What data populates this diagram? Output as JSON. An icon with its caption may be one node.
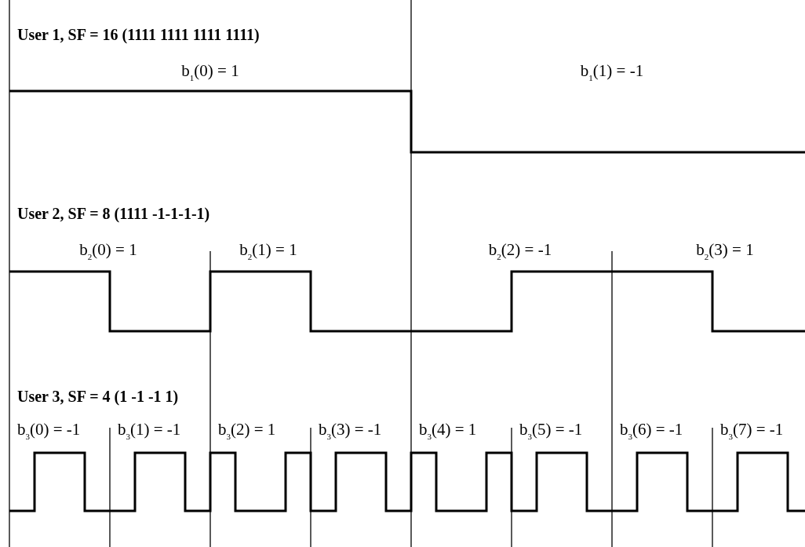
{
  "diagram": {
    "labels": [
      "User 1, SF = 16 (1111 1111 1111 1111)",
      "b$_{1}$(0) = 1",
      "b$_{1}$(1) = -1",
      "User 2, SF = 8 (1111 -1-1-1-1)",
      "b$_{2}$(0) = 1",
      "b$_{2}$(1) = 1",
      "b$_{2}$(2) = -1",
      "b$_{2}$(3) = 1",
      "User 3, SF = 4 (1 -1 -1 1)",
      "b$_{3}$(0) = -1",
      "b$_{3}$(1) = -1",
      "b$_{3}$(2) = 1",
      "b$_{3}$(3) = -1",
      "b$_{3}$(4) = 1",
      "b$_{3}$(5) = -1",
      "b$_{3}$(6) = -1",
      "b$_{3}$(7) = -1"
    ]
  }
}
